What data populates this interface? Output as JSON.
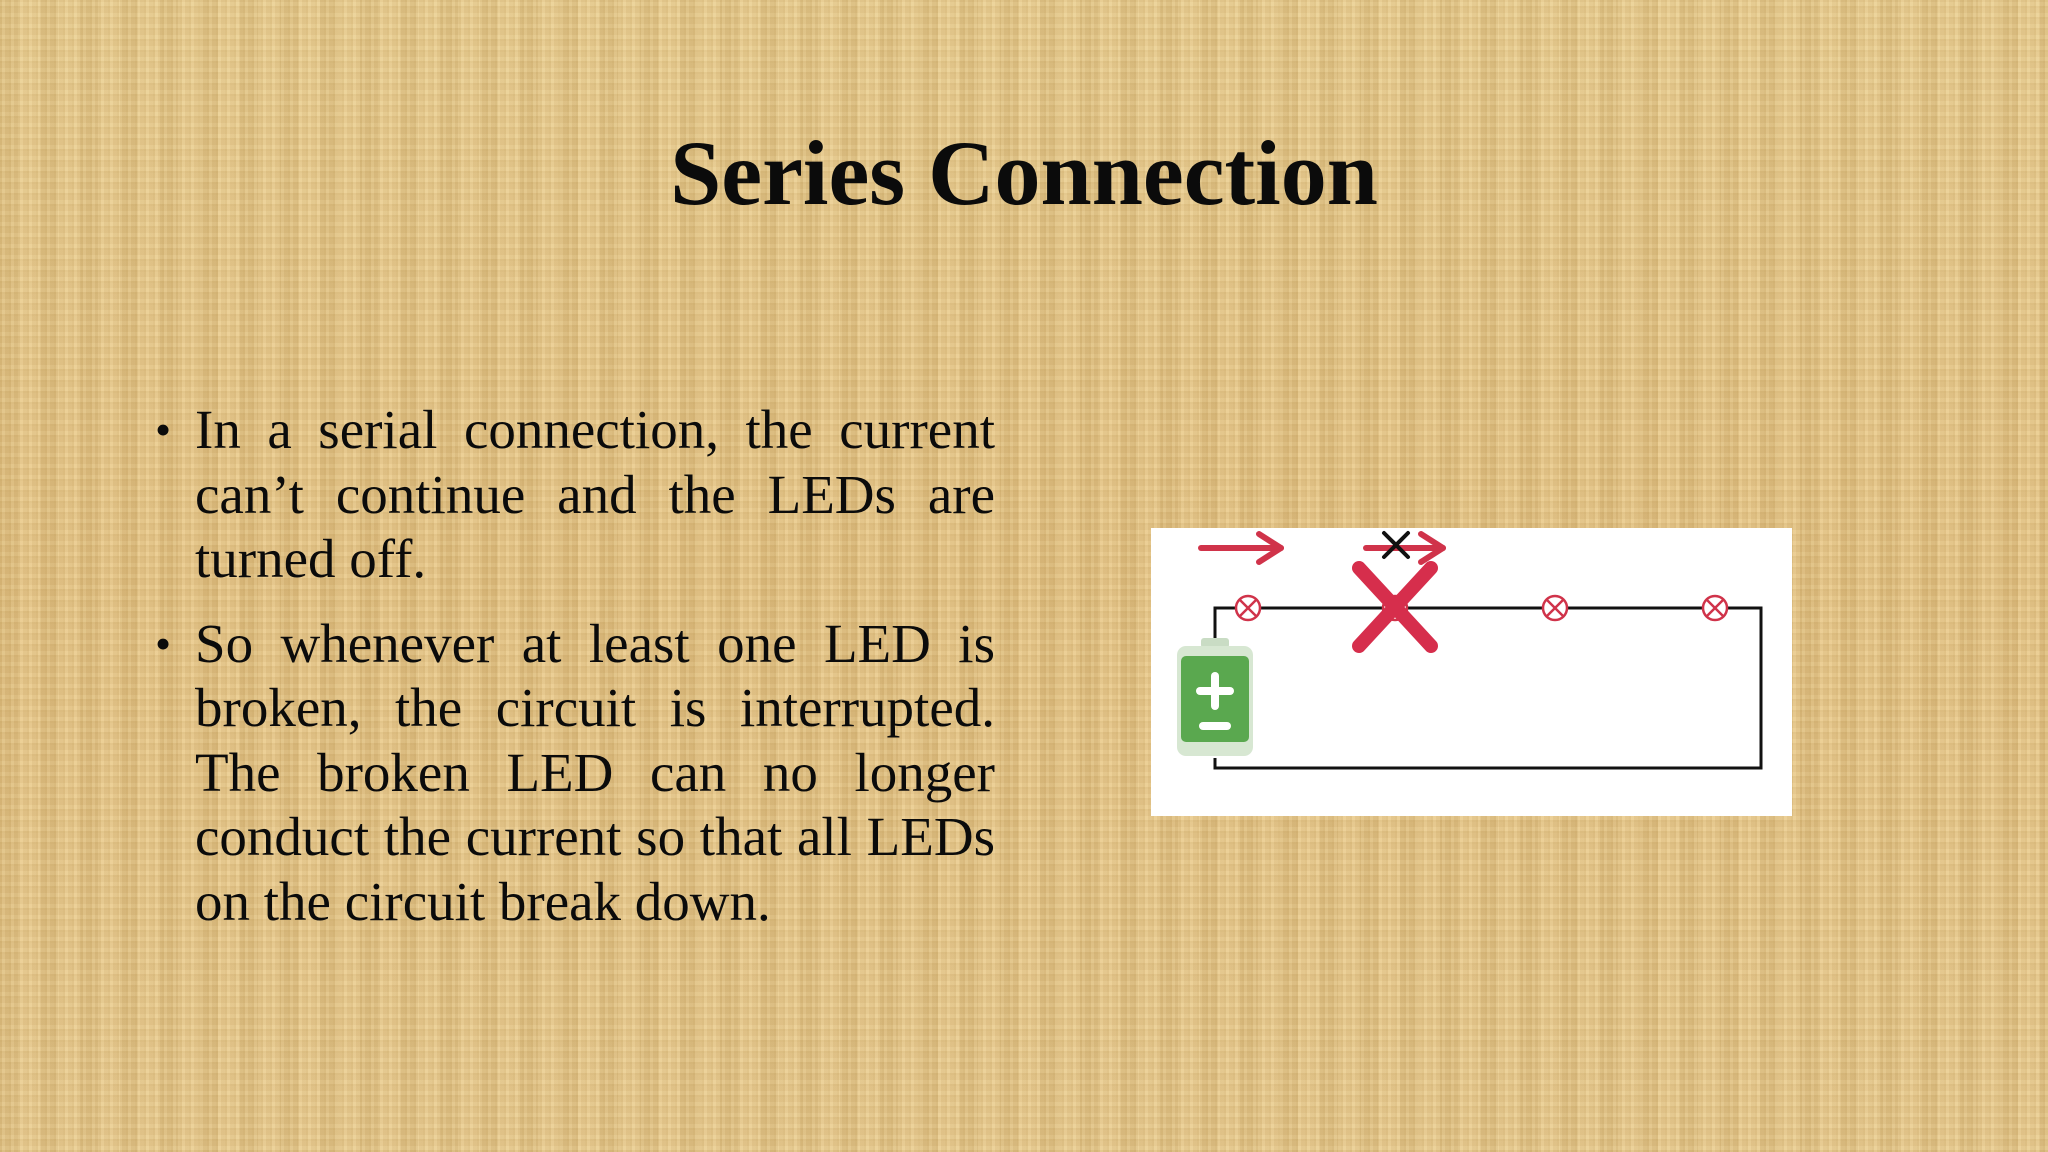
{
  "slide": {
    "title": "Series Connection",
    "bullets": [
      {
        "marker": "•",
        "text": "In a serial connection, the current can’t continue and the LEDs are turned off."
      },
      {
        "marker": "•",
        "text": "So whenever at least one LED is broken, the circuit is interrupted. The broken LED can no longer conduct the current so that all LEDs on the circuit break down."
      }
    ]
  },
  "diagram": {
    "icons": [
      "current-arrow-icon",
      "blocked-current-arrow-icon",
      "broken-led-x-icon",
      "led-lamp-icon",
      "battery-icon"
    ],
    "colors": {
      "arrow": "#d0334a",
      "broken_mark": "#d62e4c",
      "wire": "#111111",
      "battery": "#5aa84f"
    }
  }
}
